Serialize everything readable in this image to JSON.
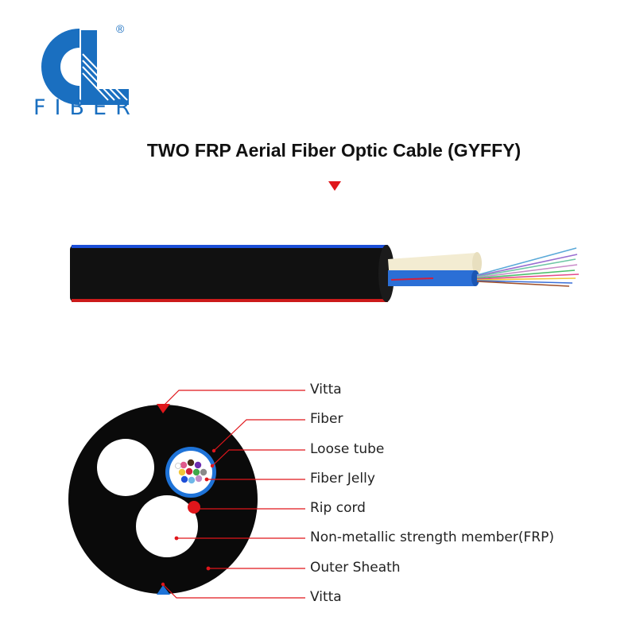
{
  "brand": {
    "wordmark": "FIBER",
    "registered_mark": "®",
    "color": "#1a6fc0"
  },
  "title": "TWO FRP Aerial Fiber Optic Cable (GYFFY)",
  "accent_color": "#e0161b",
  "cross_section_labels": [
    "Vitta",
    "Fiber",
    "Loose tube",
    "Fiber Jelly",
    "Rip cord",
    "Non-metallic strength member(FRP)",
    "Outer Sheath",
    "Vitta"
  ]
}
